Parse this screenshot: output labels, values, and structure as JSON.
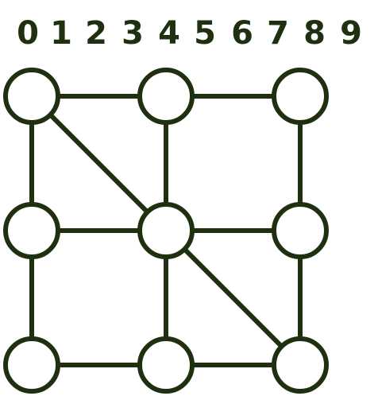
{
  "colors": {
    "ink": "#1e3010",
    "node_fill": "#ffffff",
    "background": "#ffffff"
  },
  "digits": [
    "0",
    "1",
    "2",
    "3",
    "4",
    "5",
    "6",
    "7",
    "8",
    "9"
  ],
  "board": {
    "rows": 3,
    "cols": 3,
    "edges": [
      [
        [
          0,
          0
        ],
        [
          0,
          1
        ]
      ],
      [
        [
          0,
          1
        ],
        [
          0,
          2
        ]
      ],
      [
        [
          1,
          0
        ],
        [
          1,
          1
        ]
      ],
      [
        [
          1,
          1
        ],
        [
          1,
          2
        ]
      ],
      [
        [
          2,
          0
        ],
        [
          2,
          1
        ]
      ],
      [
        [
          2,
          1
        ],
        [
          2,
          2
        ]
      ],
      [
        [
          0,
          0
        ],
        [
          1,
          0
        ]
      ],
      [
        [
          1,
          0
        ],
        [
          2,
          0
        ]
      ],
      [
        [
          0,
          1
        ],
        [
          1,
          1
        ]
      ],
      [
        [
          1,
          1
        ],
        [
          2,
          1
        ]
      ],
      [
        [
          0,
          2
        ],
        [
          1,
          2
        ]
      ],
      [
        [
          1,
          2
        ],
        [
          2,
          2
        ]
      ],
      [
        [
          0,
          0
        ],
        [
          1,
          1
        ]
      ],
      [
        [
          1,
          1
        ],
        [
          2,
          2
        ]
      ]
    ]
  }
}
